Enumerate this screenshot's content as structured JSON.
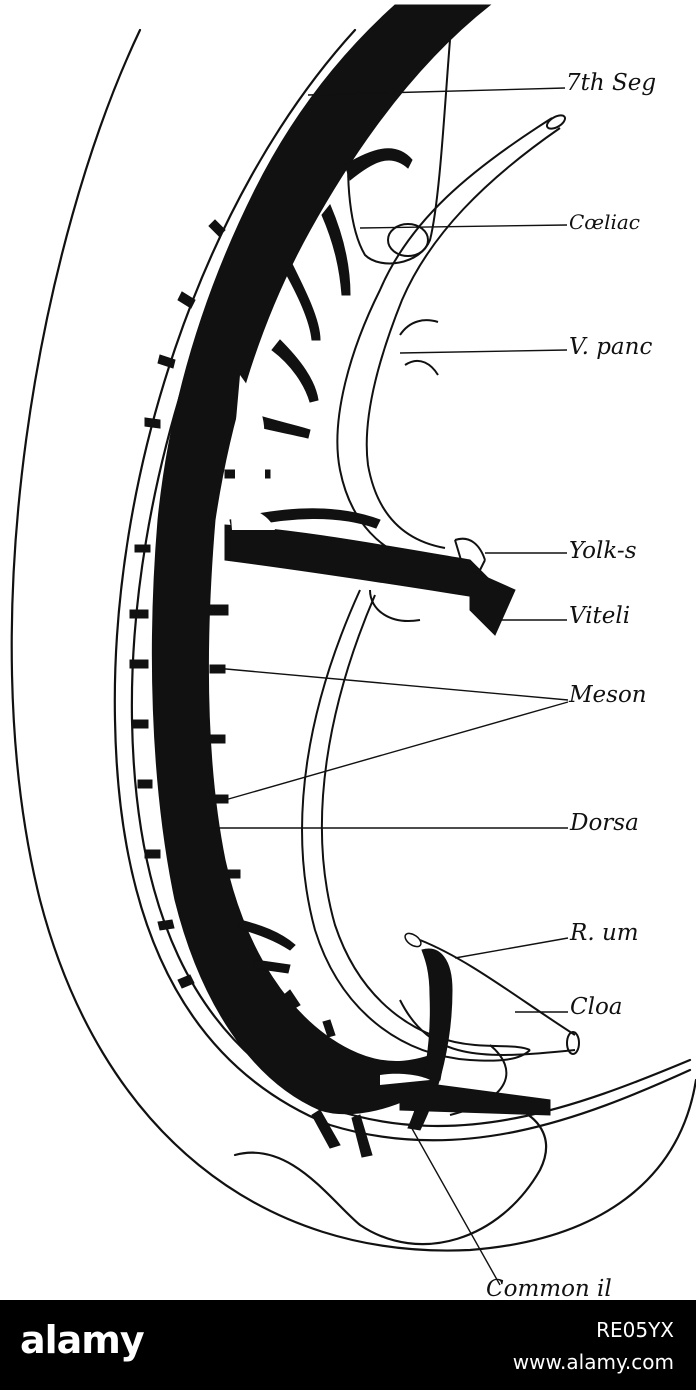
{
  "labels": {
    "segmental": "7th Seg",
    "coeliac": "Cœliac",
    "pancreatic": "V. panc",
    "yolk_stalk": "Yolk-s",
    "vitelline": "Viteli",
    "mesonephric": "Meson",
    "dorsal": "Dorsa",
    "umbilical": "R. um",
    "cloaca": "Cloa",
    "common_iliac": "Common il"
  },
  "footer": {
    "brand": "alamy",
    "image_id": "RE05YX",
    "site": "www.alamy.com"
  },
  "colors": {
    "ink": "#111111",
    "background": "#ffffff",
    "footer_bg": "#000000",
    "footer_text": "#ffffff"
  }
}
